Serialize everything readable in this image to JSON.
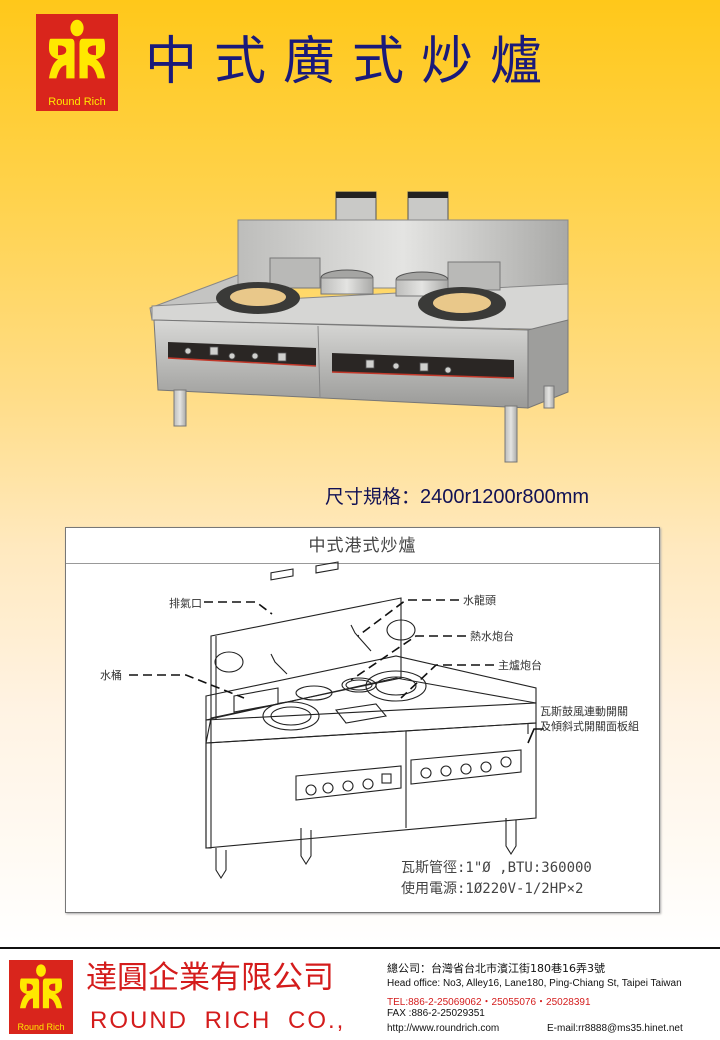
{
  "header": {
    "logo_text": "Round Rich",
    "title": "中式廣式炒爐"
  },
  "product_photo": {
    "alt": "stainless steel two-burner Chinese wok range"
  },
  "dimensions": {
    "label": "尺寸規格：",
    "value": "2400r1200r800mm"
  },
  "drawing": {
    "title": "中式港式炒爐",
    "callouts": {
      "exhaust": "排氣口",
      "faucet": "水龍頭",
      "hot_water_stove": "熱水炮台",
      "main_stove": "主爐炮台",
      "water_bucket": "水桶",
      "control_line1": "瓦斯鼓風連動開關",
      "control_line2": "及傾斜式開關面板組"
    },
    "specs": {
      "gas": "瓦斯管徑:1\"Ø ,BTU:360000",
      "power": "使用電源:1Ø220V-1/2HP×2"
    }
  },
  "footer": {
    "logo_text": "Round Rich",
    "company_zh": "達圓企業有限公司",
    "company_en": "ROUND RICH CO.,",
    "address_zh": "總公司：台灣省台北市濱江街180巷16弄3號",
    "address_en": "Head office: No3, Alley16, Lane180, Ping-Chiang St, Taipei Taiwan",
    "tel": "TEL:886-2-25069062・25055076・25028391",
    "fax": "FAX :886-2-25029351",
    "website": "http://www.roundrich.com",
    "email": "E-mail:rr8888@ms35.hinet.net"
  },
  "colors": {
    "brand_red": "#d9251c",
    "brand_yellow": "#ffe800",
    "title_navy": "#1a1a7a",
    "footer_red": "#d41c1c"
  }
}
